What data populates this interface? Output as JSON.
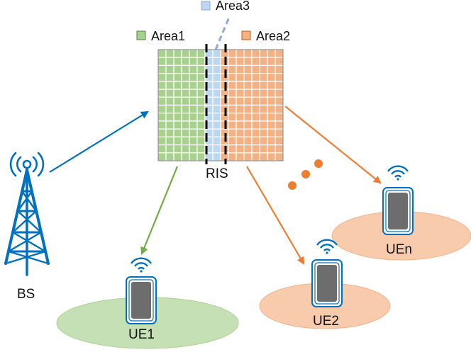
{
  "legend": {
    "area1": "Area1",
    "area2": "Area2",
    "area3": "Area3"
  },
  "labels": {
    "ris": "RIS",
    "bs": "BS",
    "ue1": "UE1",
    "ue2": "UE2",
    "uen": "UEn"
  },
  "colors": {
    "area1_fill": "#a9d18e",
    "area1_stroke": "#548235",
    "area2_fill": "#f4b183",
    "area2_stroke": "#c55a11",
    "area3_fill": "#bdd7ee",
    "area3_stroke": "#8faadc",
    "bs_blue": "#0070c0",
    "green_arrow": "#70ad47",
    "orange_arrow": "#ed7d31",
    "ellipse_green": "#c5e0b4",
    "ellipse_orange": "#f8cbad",
    "phone_screen": "#6d6d6d",
    "dots": "#ed7d31"
  },
  "icons": {
    "base_station": "cell-tower-icon",
    "user_equipment": "smartphone-icon",
    "wireless_signal": "wifi-signal-icon"
  }
}
